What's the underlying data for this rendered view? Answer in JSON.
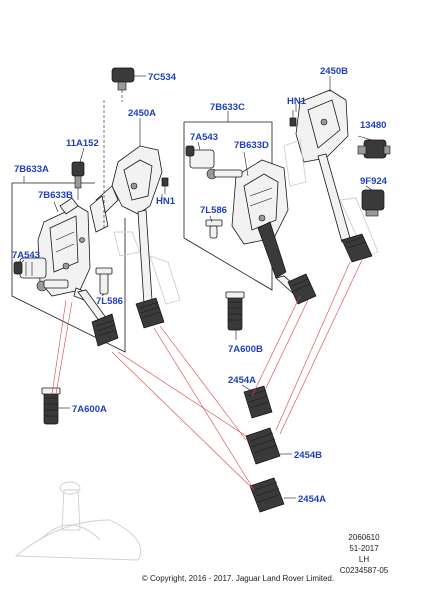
{
  "callouts": {
    "c7C534": "7C534",
    "c2450B": "2450B",
    "cHN1_top": "HN1",
    "c2450A": "2450A",
    "c7B633C": "7B633C",
    "c13480": "13480",
    "c11A152": "11A152",
    "c7A543_right": "7A543",
    "c7B633D": "7B633D",
    "c7B633A": "7B633A",
    "cHN1_mid": "HN1",
    "c9F924": "9F924",
    "c7B633B": "7B633B",
    "c7L586_right": "7L586",
    "c7A543_left": "7A543",
    "c7L586_left": "7L586",
    "c7A600B": "7A600B",
    "c2454A_upper": "2454A",
    "c7A600A": "7A600A",
    "c2454B": "2454B",
    "c2454A_lower": "2454A"
  },
  "footer": {
    "code": "2060610",
    "date": "51-2017",
    "side": "LH",
    "ref": "C0234587-05",
    "copyright": "© Copyright, 2016 - 2017. Jaguar Land Rover Limited."
  }
}
